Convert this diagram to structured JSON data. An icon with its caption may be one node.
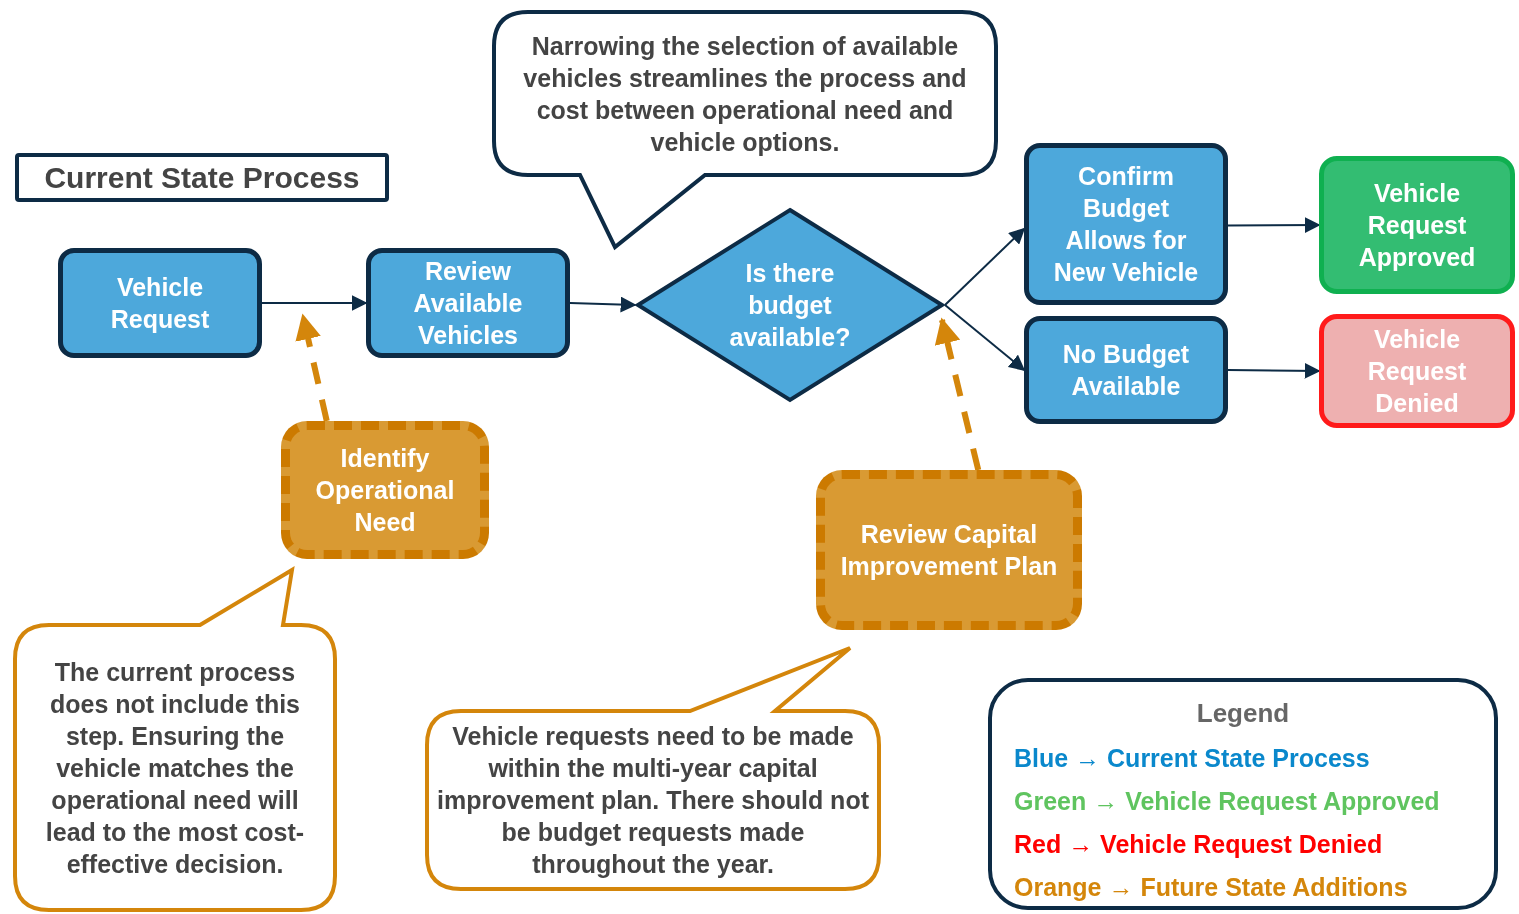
{
  "diagram": {
    "title": "Current State Process",
    "nodes": [
      {
        "text": [
          "Vehicle Request"
        ]
      },
      {
        "text": [
          "Review Available Vehicles"
        ]
      },
      {
        "text": [
          "Is there budget available?"
        ]
      },
      {
        "text": [
          "Confirm Budget Allows for New Vehicle"
        ]
      },
      {
        "text": [
          "Vehicle Request Approved"
        ]
      },
      {
        "text": [
          "No Budget Available"
        ]
      },
      {
        "text": [
          "Vehicle Request Denied"
        ]
      },
      {
        "text": [
          "Identify Operational Need"
        ]
      },
      {
        "text": [
          "Review Capital Improvement Plan"
        ]
      },
      {
        "text": [
          "Narrowing the selection of available vehicles streamlines the process and cost between operational need and vehicle options."
        ]
      },
      {
        "text": [
          "The current process does not include this step. Ensuring the vehicle matches the operational need will lead to the most cost-effective decision."
        ]
      },
      {
        "text": [
          "Vehicle requests need to be made within the multi-year capital improvement plan. There should not be budget requests made throughout the year."
        ]
      }
    ],
    "edges": [
      {
        "from": 0,
        "to": 1,
        "arrow": "to"
      },
      {
        "from": 1,
        "to": 2,
        "arrow": "to"
      },
      {
        "from": 2,
        "to": 3,
        "arrow": "to"
      },
      {
        "from": 2,
        "to": 5,
        "arrow": "to"
      },
      {
        "from": 3,
        "to": 4,
        "arrow": "to"
      },
      {
        "from": 5,
        "to": 6,
        "arrow": "to"
      },
      {
        "from": 7,
        "to": 0,
        "arrow": "to",
        "style": "dashed",
        "color": "#d4860b"
      },
      {
        "from": 8,
        "to": 2,
        "arrow": "to",
        "style": "dashed",
        "color": "#d4860b"
      }
    ],
    "labels": [
      "Legend"
    ],
    "legend": [
      {
        "text": "Blue → Current State Process",
        "color": "#0a88cc"
      },
      {
        "text": "Green → Vehicle Request Approved",
        "color": "#5fc45f"
      },
      {
        "text": "Red → Vehicle Request Denied",
        "color": "#ff0000"
      },
      {
        "text": "Orange → Future State Additions",
        "color": "#d4860b"
      }
    ]
  }
}
